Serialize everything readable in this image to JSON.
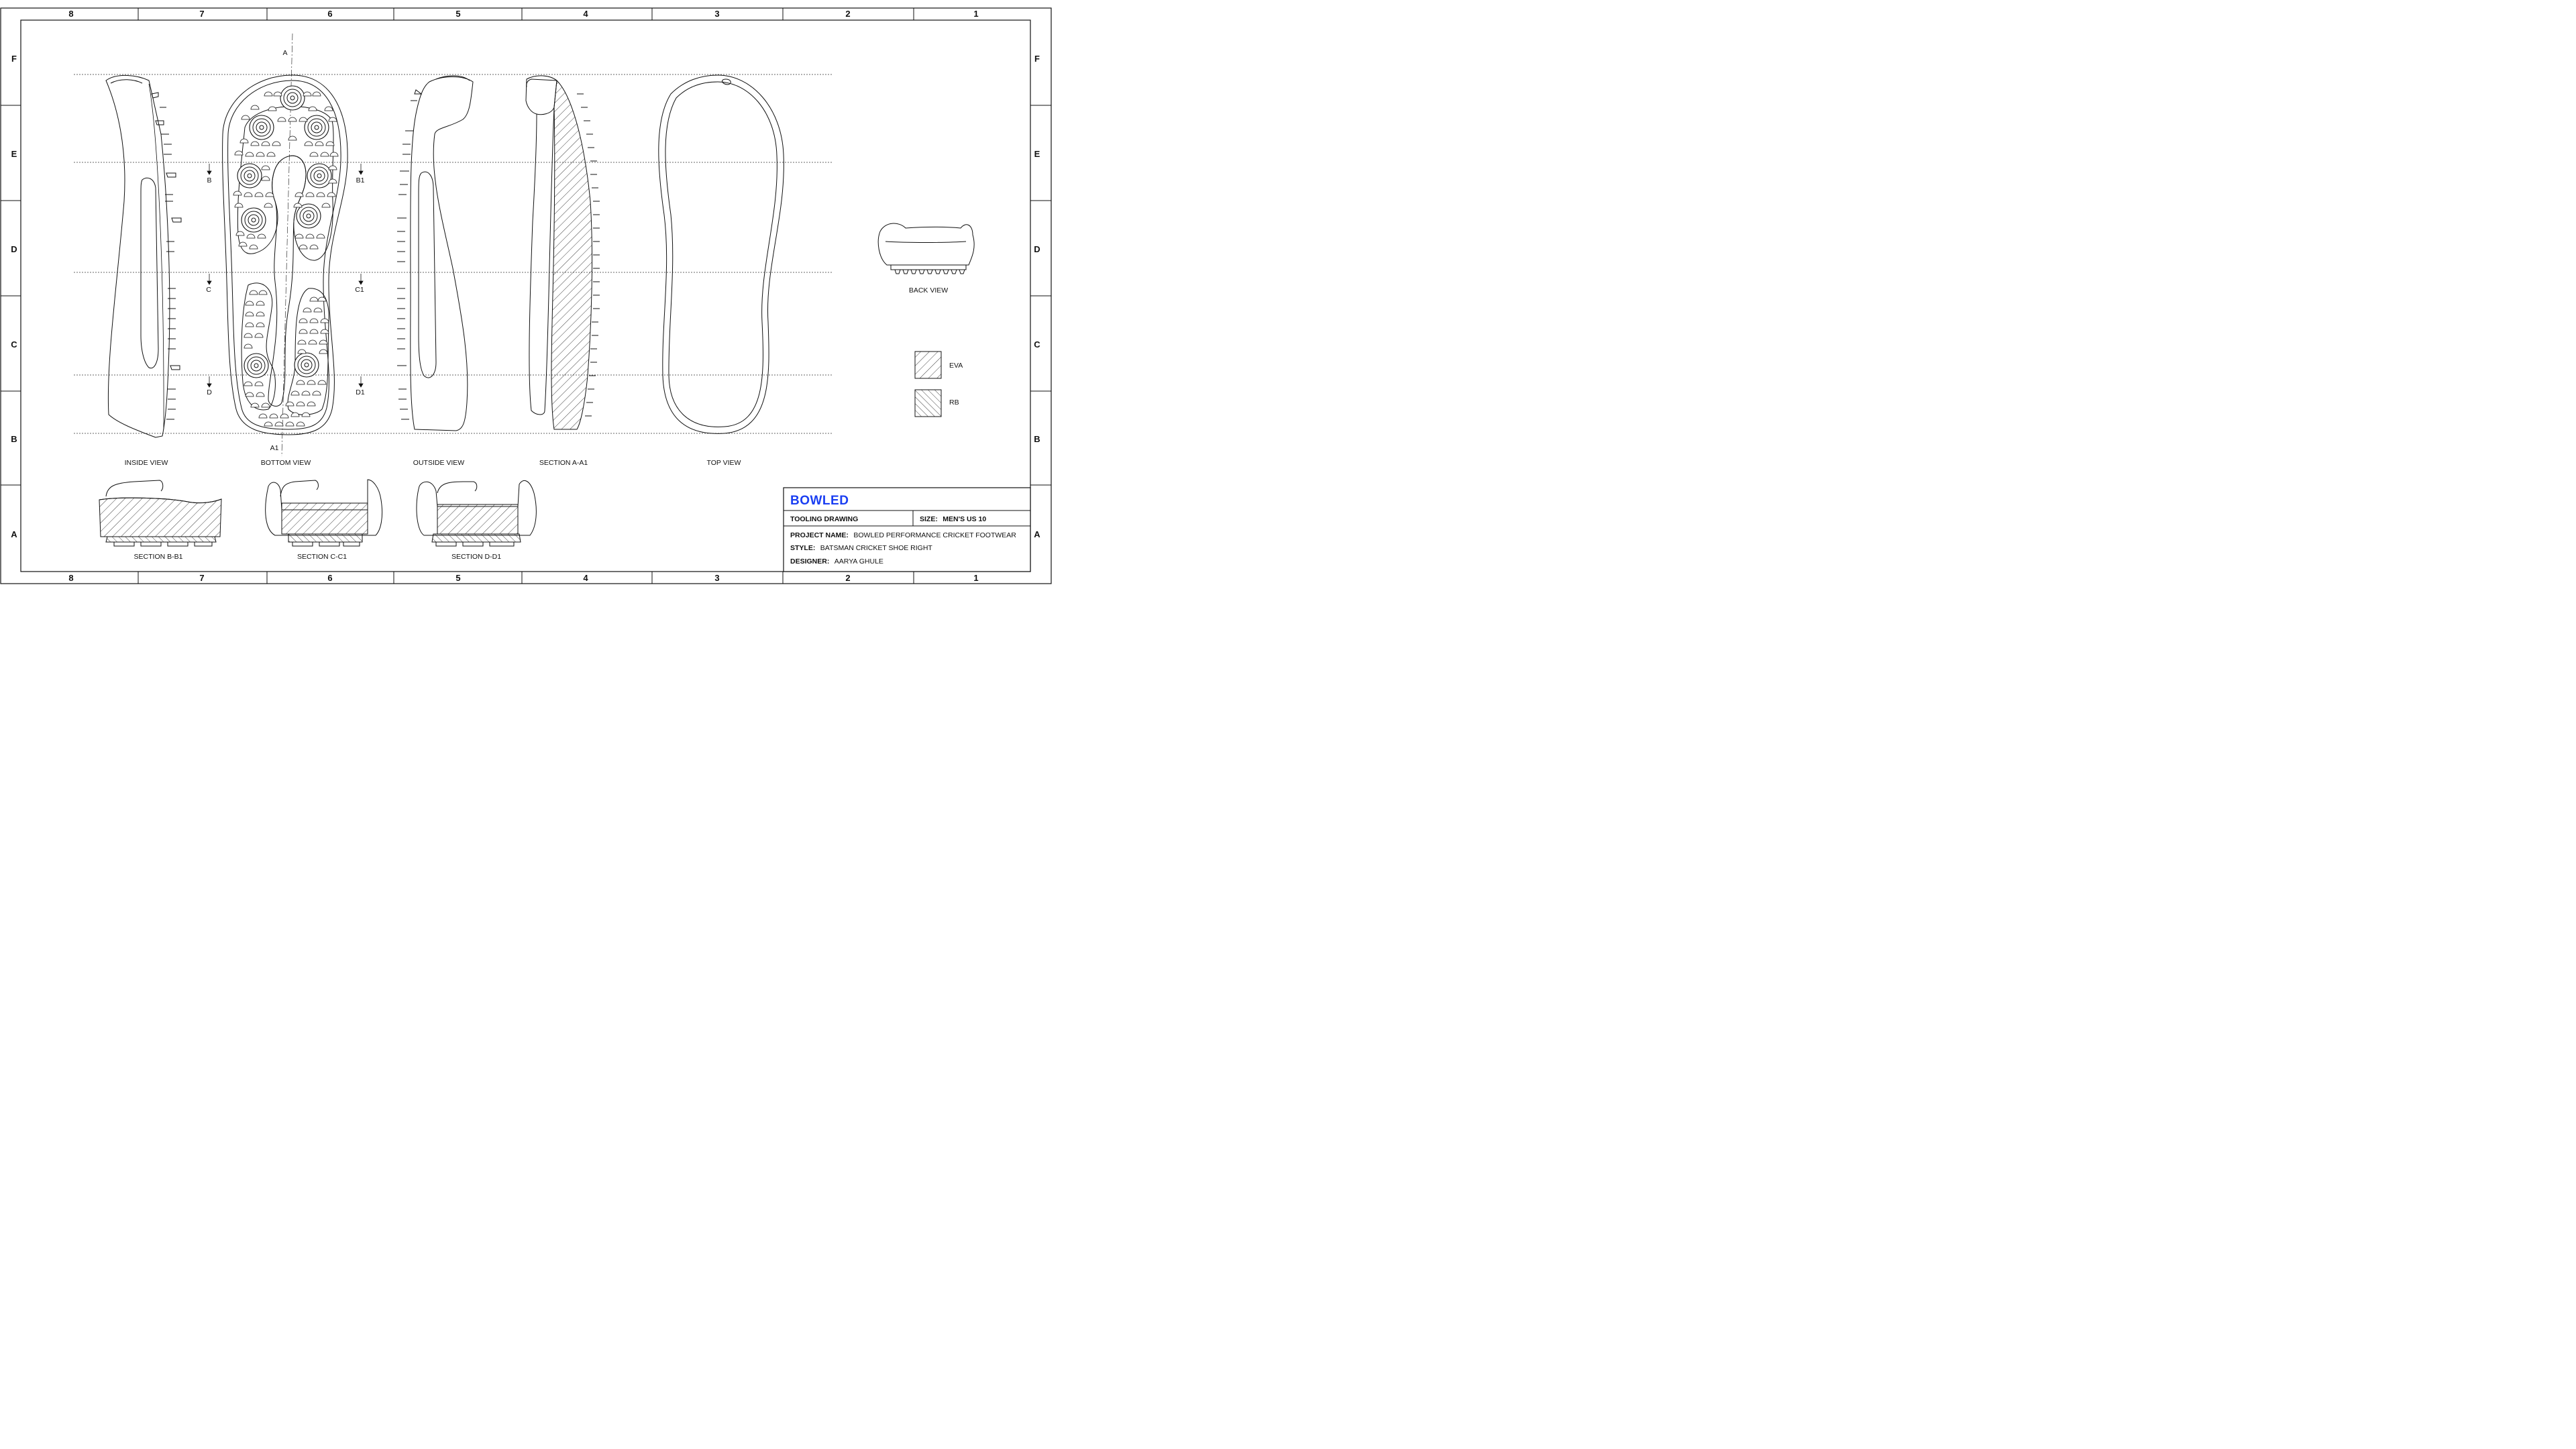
{
  "grid": {
    "columns": [
      "8",
      "7",
      "6",
      "5",
      "4",
      "3",
      "2",
      "1"
    ],
    "rows": [
      "F",
      "E",
      "D",
      "C",
      "B",
      "A"
    ]
  },
  "section_markers": {
    "a_top": "A",
    "a_bottom": "A1",
    "b_left": "B",
    "b_right": "B1",
    "c_left": "C",
    "c_right": "C1",
    "d_left": "D",
    "d_right": "D1"
  },
  "views": {
    "inside": "INSIDE VIEW",
    "bottom": "BOTTOM VIEW",
    "outside": "OUTSIDE VIEW",
    "section_a": "SECTION A-A1",
    "top": "TOP VIEW",
    "back": "BACK VIEW",
    "section_b": "SECTION B-B1",
    "section_c": "SECTION C-C1",
    "section_d": "SECTION D-D1"
  },
  "legend": [
    {
      "label": "EVA"
    },
    {
      "label": "RB"
    }
  ],
  "title_block": {
    "brand": "BOWLED",
    "drawing_type": "TOOLING DRAWING",
    "size_label": "SIZE:",
    "size_value": "MEN'S US 10",
    "project_label": "PROJECT NAME:",
    "project_value": "BOWLED PERFORMANCE CRICKET FOOTWEAR",
    "style_label": "STYLE:",
    "style_value": "BATSMAN CRICKET SHOE RIGHT",
    "designer_label": "DESIGNER:",
    "designer_value": "AARYA GHULE"
  },
  "colors": {
    "brand": "#1a3ef2",
    "line": "#111111"
  }
}
